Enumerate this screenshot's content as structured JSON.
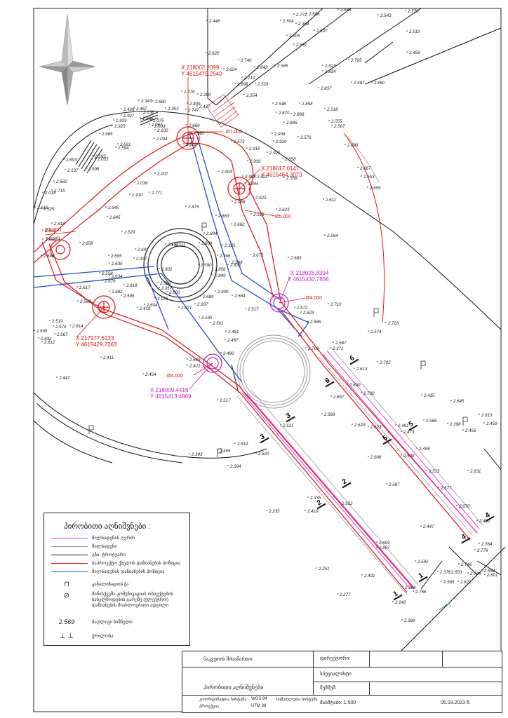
{
  "labels": {
    "pt_red_1_x": "X 218002.2099",
    "pt_red_1_y": "Y 4615479.2540",
    "pt_red_2_x": "X 218017.0147",
    "pt_red_2_y": "Y 4615464.3073",
    "pt_red_3_x": "X 217977.6133",
    "pt_red_3_y": "Y 4615429.7263",
    "pt_mag_1_x": "X 218028.8394",
    "pt_mag_1_y": "Y 4615430.7856",
    "pt_mag_2_x": "X 218009.4416",
    "pt_mag_2_y": "Y 4615413.4969",
    "dia_7": "Ø7.000",
    "dia_5a": "Ø5.000",
    "dia_5b": "Ø5.000",
    "dia_4a": "Ø4.000",
    "dia_4b": "Ø4.000"
  },
  "section_marks": [
    "1",
    "1",
    "2",
    "2",
    "3",
    "3",
    "4",
    "4",
    "5",
    "5",
    "6",
    "6"
  ],
  "spot_heights": [
    {
      "v": "2.446"
    },
    {
      "v": "2.620"
    },
    {
      "v": "2.740"
    },
    {
      "v": "2.842"
    },
    {
      "v": "2.624"
    },
    {
      "v": "2.719"
    },
    {
      "v": "2.529"
    },
    {
      "v": "2.698"
    },
    {
      "v": "2.554"
    },
    {
      "v": "2.585"
    },
    {
      "v": "2.523"
    },
    {
      "v": "2.834"
    },
    {
      "v": "2.795"
    },
    {
      "v": "2.487"
    },
    {
      "v": "2.660"
    },
    {
      "v": "2.837"
    },
    {
      "v": "2.548"
    },
    {
      "v": "2.858"
    },
    {
      "v": "2.870"
    },
    {
      "v": "2.866"
    },
    {
      "v": "2.885"
    },
    {
      "v": "2.518"
    },
    {
      "v": "2.555"
    },
    {
      "v": "2.567"
    },
    {
      "v": "2.938"
    },
    {
      "v": "2.920"
    },
    {
      "v": "2.576"
    },
    {
      "v": "2.573"
    },
    {
      "v": "2.915"
    },
    {
      "v": "2.921"
    },
    {
      "v": "2.558"
    },
    {
      "v": "2.930"
    },
    {
      "v": "2.922"
    },
    {
      "v": "2.944"
    },
    {
      "v": "2.903"
    },
    {
      "v": "2.558"
    },
    {
      "v": "2.908"
    },
    {
      "v": "2.611"
    },
    {
      "v": "2.958"
    },
    {
      "v": "2.922"
    },
    {
      "v": "2.623"
    },
    {
      "v": "2.915"
    },
    {
      "v": "2.675"
    },
    {
      "v": "2.663"
    },
    {
      "v": "2.662"
    },
    {
      "v": "2.608"
    },
    {
      "v": "2.667"
    },
    {
      "v": "2.653"
    },
    {
      "v": "2.659"
    },
    {
      "v": "2.564"
    },
    {
      "v": "2.683"
    },
    {
      "v": "2.672"
    },
    {
      "v": "2.710"
    },
    {
      "v": "2.584"
    },
    {
      "v": "2.517"
    },
    {
      "v": "2.572"
    },
    {
      "v": "2.623"
    },
    {
      "v": "2.585"
    },
    {
      "v": "2.595"
    },
    {
      "v": "2.561"
    },
    {
      "v": "2.481"
    },
    {
      "v": "2.467"
    },
    {
      "v": "2.490"
    },
    {
      "v": "2.703"
    },
    {
      "v": "2.587"
    },
    {
      "v": "2.371"
    },
    {
      "v": "2.613"
    },
    {
      "v": "2.574"
    },
    {
      "v": "2.703"
    },
    {
      "v": "2.702"
    },
    {
      "v": "2.411"
    },
    {
      "v": "2.454"
    },
    {
      "v": "2.447"
    },
    {
      "v": "2.517"
    },
    {
      "v": "2.690"
    },
    {
      "v": "2.730"
    },
    {
      "v": "2.657"
    },
    {
      "v": "2.435"
    },
    {
      "v": "2.645"
    },
    {
      "v": "2.569"
    },
    {
      "v": "2.629"
    },
    {
      "v": "2.623"
    },
    {
      "v": "2.491"
    },
    {
      "v": "2.473"
    },
    {
      "v": "2.566"
    },
    {
      "v": "2.396"
    },
    {
      "v": "2.456"
    },
    {
      "v": "2.613"
    },
    {
      "v": "2.459"
    },
    {
      "v": "2.521"
    },
    {
      "v": "2.519"
    },
    {
      "v": "2.520"
    },
    {
      "v": "2.393"
    },
    {
      "v": "2.405"
    },
    {
      "v": "2.394"
    },
    {
      "v": "2.606"
    },
    {
      "v": "2.548"
    },
    {
      "v": "2.458"
    },
    {
      "v": "2.515"
    },
    {
      "v": "2.631"
    },
    {
      "v": "2.587"
    },
    {
      "v": "2.577"
    },
    {
      "v": "2.335"
    },
    {
      "v": "2.419"
    },
    {
      "v": "2.552"
    },
    {
      "v": "2.235"
    },
    {
      "v": "2.447"
    },
    {
      "v": "2.670"
    },
    {
      "v": "2.432"
    },
    {
      "v": "2.609"
    },
    {
      "v": "2.607"
    },
    {
      "v": "2.564"
    },
    {
      "v": "2.542"
    },
    {
      "v": "2.251"
    },
    {
      "v": "2.492"
    },
    {
      "v": "2.364"
    },
    {
      "v": "2.277"
    },
    {
      "v": "2.242"
    },
    {
      "v": "2.369"
    },
    {
      "v": "2.372"
    },
    {
      "v": "2.653"
    },
    {
      "v": "2.746"
    },
    {
      "v": "2.779"
    },
    {
      "v": "2.585"
    },
    {
      "v": "2.621"
    },
    {
      "v": "2.744"
    },
    {
      "v": "2.766"
    },
    {
      "v": "2.554"
    },
    {
      "v": "2.601"
    },
    {
      "v": "2.543"
    },
    {
      "v": "2.770"
    },
    {
      "v": "2.519"
    },
    {
      "v": "2.458"
    },
    {
      "v": "2.683"
    },
    {
      "v": "2.771"
    },
    {
      "v": "2.506"
    },
    {
      "v": "2.504"
    },
    {
      "v": "2.354"
    },
    {
      "v": "2.637"
    },
    {
      "v": "2.505"
    },
    {
      "v": "2.531"
    },
    {
      "v": "2.776"
    },
    {
      "v": "2.200"
    },
    {
      "v": "2.809"
    },
    {
      "v": "2.427"
    },
    {
      "v": "2.747"
    },
    {
      "v": "2.680"
    },
    {
      "v": "2.353"
    },
    {
      "v": "2.343"
    },
    {
      "v": "2.428"
    },
    {
      "v": "2.467"
    },
    {
      "v": "2.038"
    },
    {
      "v": "1.927"
    },
    {
      "v": "1.929"
    },
    {
      "v": "1.925"
    },
    {
      "v": "1.986"
    },
    {
      "v": "2.075"
    },
    {
      "v": "2.009"
    },
    {
      "v": "2.100"
    },
    {
      "v": "2.067"
    },
    {
      "v": "2.669"
    },
    {
      "v": "2.685"
    },
    {
      "v": "2.608"
    },
    {
      "v": "2.965"
    },
    {
      "v": "2.591"
    },
    {
      "v": "2.594"
    },
    {
      "v": "2.595"
    },
    {
      "v": "2.055"
    },
    {
      "v": "2.596"
    },
    {
      "v": "2.693"
    },
    {
      "v": "2.137"
    },
    {
      "v": "2.582"
    },
    {
      "v": "2.715"
    },
    {
      "v": "2.018"
    },
    {
      "v": "2.034"
    },
    {
      "v": "2.007"
    },
    {
      "v": "2.038"
    },
    {
      "v": "1.910"
    },
    {
      "v": "2.771"
    },
    {
      "v": "2.645"
    },
    {
      "v": "2.845"
    },
    {
      "v": "2.616"
    },
    {
      "v": "2.525"
    },
    {
      "v": "2.818"
    },
    {
      "v": "2.591"
    },
    {
      "v": "2.043"
    },
    {
      "v": "2.656"
    },
    {
      "v": "2.658"
    },
    {
      "v": "2.686"
    },
    {
      "v": "2.695"
    },
    {
      "v": "2.635"
    },
    {
      "v": "2.641"
    },
    {
      "v": "2.337"
    },
    {
      "v": "2.529"
    },
    {
      "v": "2.558"
    },
    {
      "v": "2.634"
    },
    {
      "v": "2.679"
    },
    {
      "v": "2.618"
    },
    {
      "v": "2.582"
    },
    {
      "v": "2.595"
    },
    {
      "v": "2.617"
    },
    {
      "v": "2.589"
    },
    {
      "v": "2.419"
    },
    {
      "v": "2.604"
    },
    {
      "v": "2.519"
    },
    {
      "v": "2.575"
    },
    {
      "v": "2.614"
    },
    {
      "v": "2.635"
    },
    {
      "v": "2.567"
    },
    {
      "v": "2.832"
    },
    {
      "v": "2.812"
    },
    {
      "v": "2.590"
    },
    {
      "v": "2.550"
    },
    {
      "v": "2.590"
    },
    {
      "v": "2.595"
    },
    {
      "v": "2.711"
    },
    {
      "v": "2.606"
    },
    {
      "v": "2.894"
    },
    {
      "v": "2.325"
    },
    {
      "v": "2.396"
    },
    {
      "v": "2.349"
    },
    {
      "v": "2.836"
    },
    {
      "v": "2.856"
    },
    {
      "v": "2.849"
    },
    {
      "v": "2.909"
    },
    {
      "v": "2.902"
    },
    {
      "v": "2.917"
    },
    {
      "v": "3.076"
    },
    {
      "v": "2.689"
    },
    {
      "v": "2.937"
    },
    {
      "v": "2.671"
    },
    {
      "v": "2.669"
    },
    {
      "v": "2.822"
    },
    {
      "v": "2.664"
    },
    {
      "v": "2.606"
    },
    {
      "v": "2.556"
    },
    {
      "v": "2.560"
    }
  ],
  "legend": {
    "title": "პირობითი აღნიშვნები :",
    "items": [
      {
        "label": "მილსადენის ღერძი",
        "color": "#e040e0"
      },
      {
        "label": "მილსადენი",
        "color": "#999999"
      },
      {
        "label": "გზა, ტროტუარი",
        "color": "#111111"
      },
      {
        "label": "საპროექტო ქსელის დაზიანების პოზიცია",
        "color": "#e01010"
      },
      {
        "label": "მილსადენის დაზიანების პოზიცია",
        "color": "#1f4fd0"
      }
    ],
    "sym_manhole": "კანალიზაციის ჭა",
    "sym_note": "მიწისქვეშა კომუნიკაციის ობიექტების სახელწოდების გარეშე (ელექტრო) დაზიანების მიახლოებითი ადგილი",
    "sym_height_value": "2.569",
    "sym_height_label": "მაღლივი ნიშნული",
    "sym_section_label": "ჭრილობა"
  },
  "titleblock": {
    "r1_left": "ნაკვეთის მისამართი:",
    "r1_right": "დირექტორი:",
    "r2_right": "სპეციალისტი",
    "r3_left": "პირობითი აღნიშვნები",
    "r3_right": "შემმუშ:",
    "coord_label": "კოორდინატთა სისტემა:",
    "coord_value": "WGS 84",
    "proj_label": "პროექცია:",
    "proj_value": "UTM 38",
    "height_sys": "სიმაღლეთა სისტემა",
    "scale": "მასშტაბი: 1:500",
    "date": "05.03.2023 წ."
  }
}
